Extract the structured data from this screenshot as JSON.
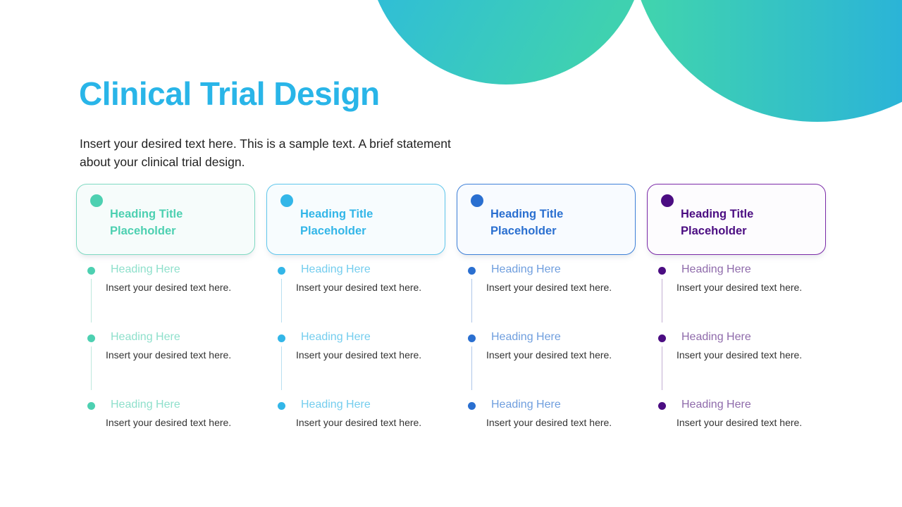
{
  "slide": {
    "title": "Clinical Trial Design",
    "subtitle": "Insert your desired text here. This is a sample text. A brief statement about your clinical trial design.",
    "title_color": "#29b5e8",
    "background": "#ffffff"
  },
  "decoration": {
    "shape_left_name": "arc-shape-left",
    "shape_right_name": "arc-shape-right",
    "gradient_left_from": "#29b5e8",
    "gradient_left_to": "#3fd1b0",
    "gradient_right_from": "#42d6ab",
    "gradient_right_to": "#22a7e8"
  },
  "columns": [
    {
      "accent": "#4dd0b1",
      "accent_light": "#8fe0cc",
      "line": "#bfe8dd",
      "card_bg": "#f6fcfb",
      "card_border": "#7fd9c2",
      "card_title": "Heading Title Placeholder",
      "bullets": [
        {
          "heading": "Heading Here",
          "body": "Insert your desired text here."
        },
        {
          "heading": "Heading Here",
          "body": "Insert your desired text here."
        },
        {
          "heading": "Heading Here",
          "body": "Insert your desired text here."
        }
      ]
    },
    {
      "accent": "#33b6e8",
      "accent_light": "#74cdee",
      "line": "#b9dff1",
      "card_bg": "#f7fcfe",
      "card_border": "#5fc6ec",
      "card_title": "Heading Title Placeholder",
      "bullets": [
        {
          "heading": "Heading Here",
          "body": "Insert your desired text here."
        },
        {
          "heading": "Heading Here",
          "body": "Insert your desired text here."
        },
        {
          "heading": "Heading Here",
          "body": "Insert your desired text here."
        }
      ]
    },
    {
      "accent": "#2a6fd0",
      "accent_light": "#6f9ede",
      "line": "#aec6e8",
      "card_bg": "#f8fbff",
      "card_border": "#3f80d8",
      "card_title": "Heading Title Placeholder",
      "bullets": [
        {
          "heading": "Heading Here",
          "body": "Insert your desired text here."
        },
        {
          "heading": "Heading Here",
          "body": "Insert your desired text here."
        },
        {
          "heading": "Heading Here",
          "body": "Insert your desired text here."
        }
      ]
    },
    {
      "accent": "#4b0d82",
      "accent_light": "#8f6bab",
      "line": "#c3aed3",
      "card_bg": "#fdfcfe",
      "card_border": "#7b2aa8",
      "card_title": "Heading Title Placeholder",
      "bullets": [
        {
          "heading": "Heading Here",
          "body": "Insert your desired text here."
        },
        {
          "heading": "Heading Here",
          "body": "Insert your desired text here."
        },
        {
          "heading": "Heading Here",
          "body": "Insert your desired text here."
        }
      ]
    }
  ]
}
